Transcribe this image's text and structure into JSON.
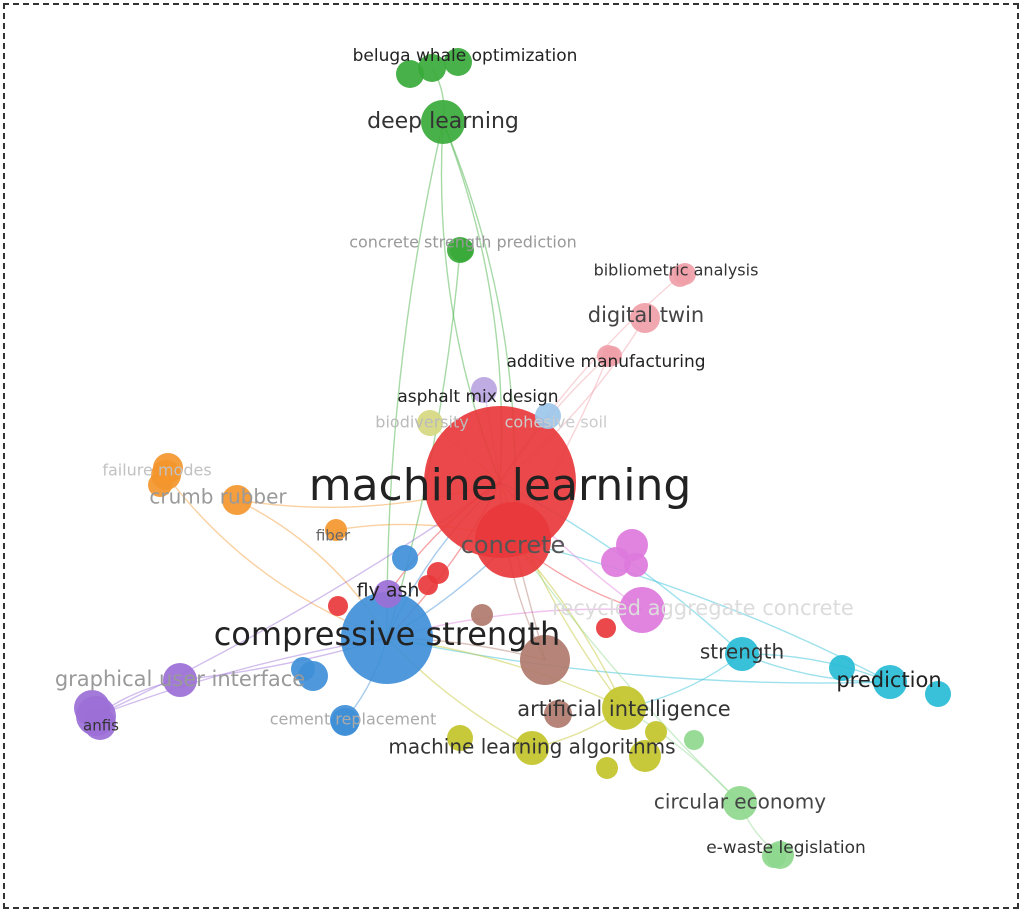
{
  "clusters": {
    "red": "#e8383b",
    "pink": "#f0a0a8",
    "blue": "#3f8fd8",
    "green": "#3aaa3a",
    "lightgreen": "#8ed88e",
    "yellow": "#c2c42a",
    "orange": "#f3962d",
    "purple": "#9b6fd6",
    "magenta": "#dd79dc",
    "brown": "#b07a6c",
    "cyan": "#27bcd6",
    "lightblue": "#9cc6ea",
    "lavender": "#b9a5e0",
    "olive": "#d6d880"
  },
  "nodes": [
    {
      "id": "machine-learning",
      "label": "machine learning",
      "cluster": "red",
      "weight": 100
    },
    {
      "id": "concrete",
      "label": "concrete",
      "cluster": "red",
      "weight": 45
    },
    {
      "id": "compressive-strength",
      "label": "compressive strength",
      "cluster": "blue",
      "weight": 60
    },
    {
      "id": "deep-learning",
      "label": "deep learning",
      "cluster": "green",
      "weight": 20
    },
    {
      "id": "beluga-whale-optimization",
      "label": "beluga whale optimization",
      "cluster": "green",
      "weight": 10
    },
    {
      "id": "concrete-strength-prediction",
      "label": "concrete strength prediction",
      "cluster": "green",
      "weight": 10
    },
    {
      "id": "bibliometric-analysis",
      "label": "bibliometric analysis",
      "cluster": "pink",
      "weight": 9
    },
    {
      "id": "digital-twin",
      "label": "digital twin",
      "cluster": "pink",
      "weight": 13
    },
    {
      "id": "additive-manufacturing",
      "label": "additive manufacturing",
      "cluster": "pink",
      "weight": 10
    },
    {
      "id": "asphalt-mix-design",
      "label": "asphalt mix design",
      "cluster": "lavender",
      "weight": 10
    },
    {
      "id": "biodiversity",
      "label": "biodiversity",
      "cluster": "olive",
      "weight": 10
    },
    {
      "id": "cohesive-soil",
      "label": "cohesive soil",
      "cluster": "lightblue",
      "weight": 10
    },
    {
      "id": "failure-modes",
      "label": "failure modes",
      "cluster": "orange",
      "weight": 12
    },
    {
      "id": "crumb-rubber",
      "label": "crumb rubber",
      "cluster": "orange",
      "weight": 12
    },
    {
      "id": "fiber",
      "label": "fiber",
      "cluster": "orange",
      "weight": 8
    },
    {
      "id": "fly-ash",
      "label": "fly ash",
      "cluster": "purple",
      "weight": 10
    },
    {
      "id": "recycled-aggregate-concrete",
      "label": "recycled aggregate concrete",
      "cluster": "magenta",
      "weight": 18
    },
    {
      "id": "strength",
      "label": "strength",
      "cluster": "cyan",
      "weight": 12
    },
    {
      "id": "prediction",
      "label": "prediction",
      "cluster": "cyan",
      "weight": 13
    },
    {
      "id": "graphical-user-interface",
      "label": "graphical user interface",
      "cluster": "purple",
      "weight": 12
    },
    {
      "id": "anfis",
      "label": "anfis",
      "cluster": "purple",
      "weight": 12
    },
    {
      "id": "cement-replacement",
      "label": "cement replacement",
      "cluster": "blue",
      "weight": 10
    },
    {
      "id": "artificial-intelligence",
      "label": "artificial intelligence",
      "cluster": "yellow",
      "weight": 18
    },
    {
      "id": "machine-learning-algorithms",
      "label": "machine learning algorithms",
      "cluster": "yellow",
      "weight": 14
    },
    {
      "id": "circular-economy",
      "label": "circular economy",
      "cluster": "lightgreen",
      "weight": 12
    },
    {
      "id": "e-waste-legislation",
      "label": "e-waste legislation",
      "cluster": "lightgreen",
      "weight": 10
    },
    {
      "id": "brown-hub",
      "label": "",
      "cluster": "brown",
      "weight": 18
    }
  ]
}
